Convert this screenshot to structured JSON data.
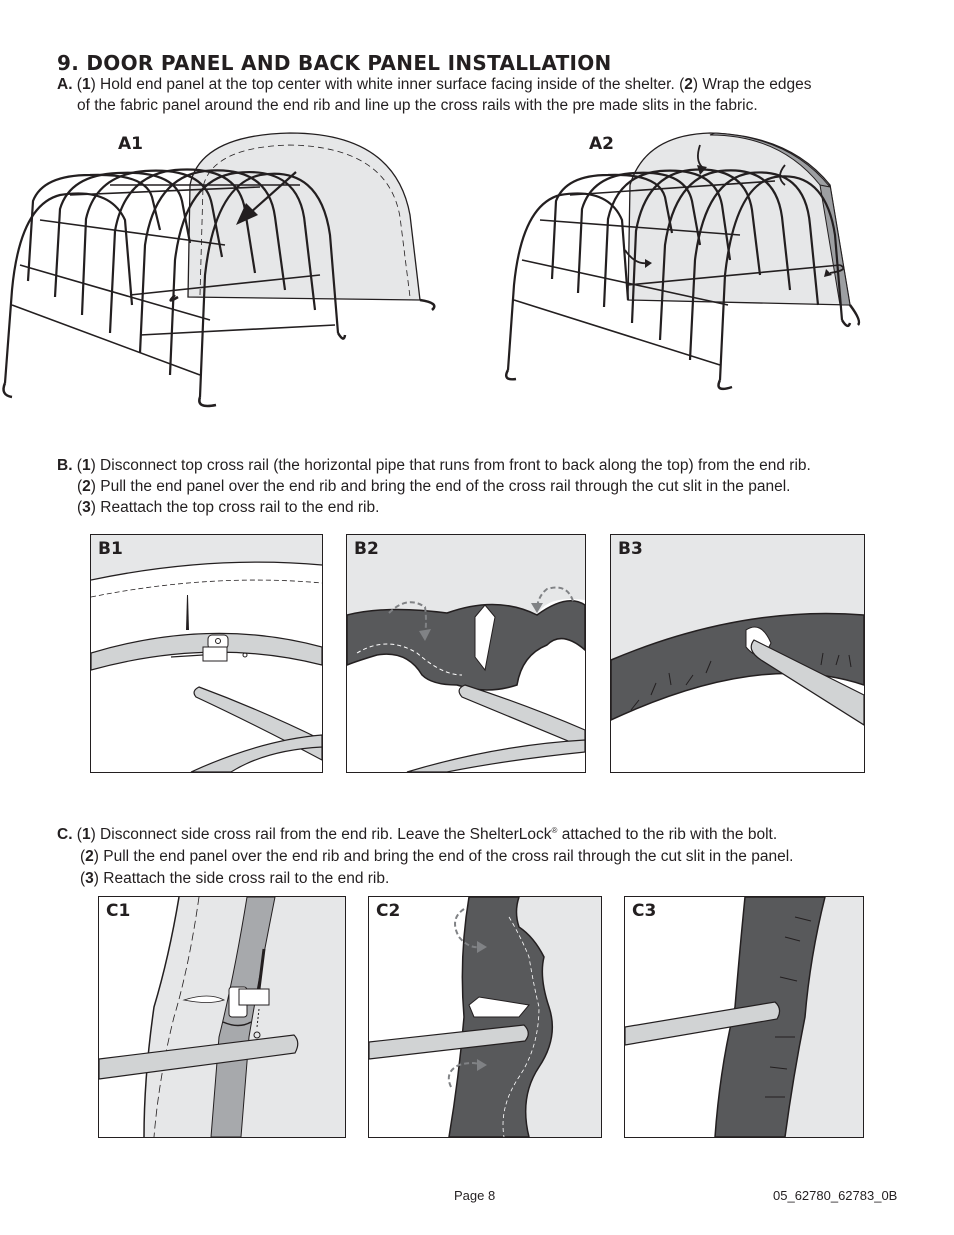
{
  "section": {
    "title": "9. DOOR PANEL AND BACK PANEL INSTALLATION"
  },
  "step_a": {
    "letter": "A.",
    "n1": "1",
    "t1": ") Hold end panel at the top center with white inner surface facing inside of the shelter. (",
    "n2": "2",
    "t2": ") Wrap the edges",
    "line2": "of the fabric panel around the end rib and line up the cross rails with the pre made slits in the fabric.",
    "figures": [
      "A1",
      "A2"
    ]
  },
  "step_b": {
    "letter": "B.",
    "n1": "1",
    "t1": ") Disconnect top cross rail (the horizontal pipe that runs from front to back along the top) from the end rib.",
    "n2": "2",
    "t2": ") Pull the end panel over the end rib and bring the end of the cross rail through the cut slit in the panel.",
    "n3": "3",
    "t3": ") Reattach the top cross rail to the end rib.",
    "figures": [
      "B1",
      "B2",
      "B3"
    ]
  },
  "step_c": {
    "letter": "C.",
    "n1": "1",
    "t1a": ") Disconnect side cross rail from the end rib.  Leave the ShelterLock",
    "reg": "®",
    "t1b": " attached to the rib with the bolt.",
    "n2": "2",
    "t2": ") Pull the end panel over the end rib and bring the end of the cross rail through the cut slit in the panel.",
    "n3": "3",
    "t3": ") Reattach the side cross rail to the end rib.",
    "figures": [
      "C1",
      "C2",
      "C3"
    ]
  },
  "footer": {
    "page": "Page 8",
    "doc_code": "05_62780_62783_0B"
  }
}
